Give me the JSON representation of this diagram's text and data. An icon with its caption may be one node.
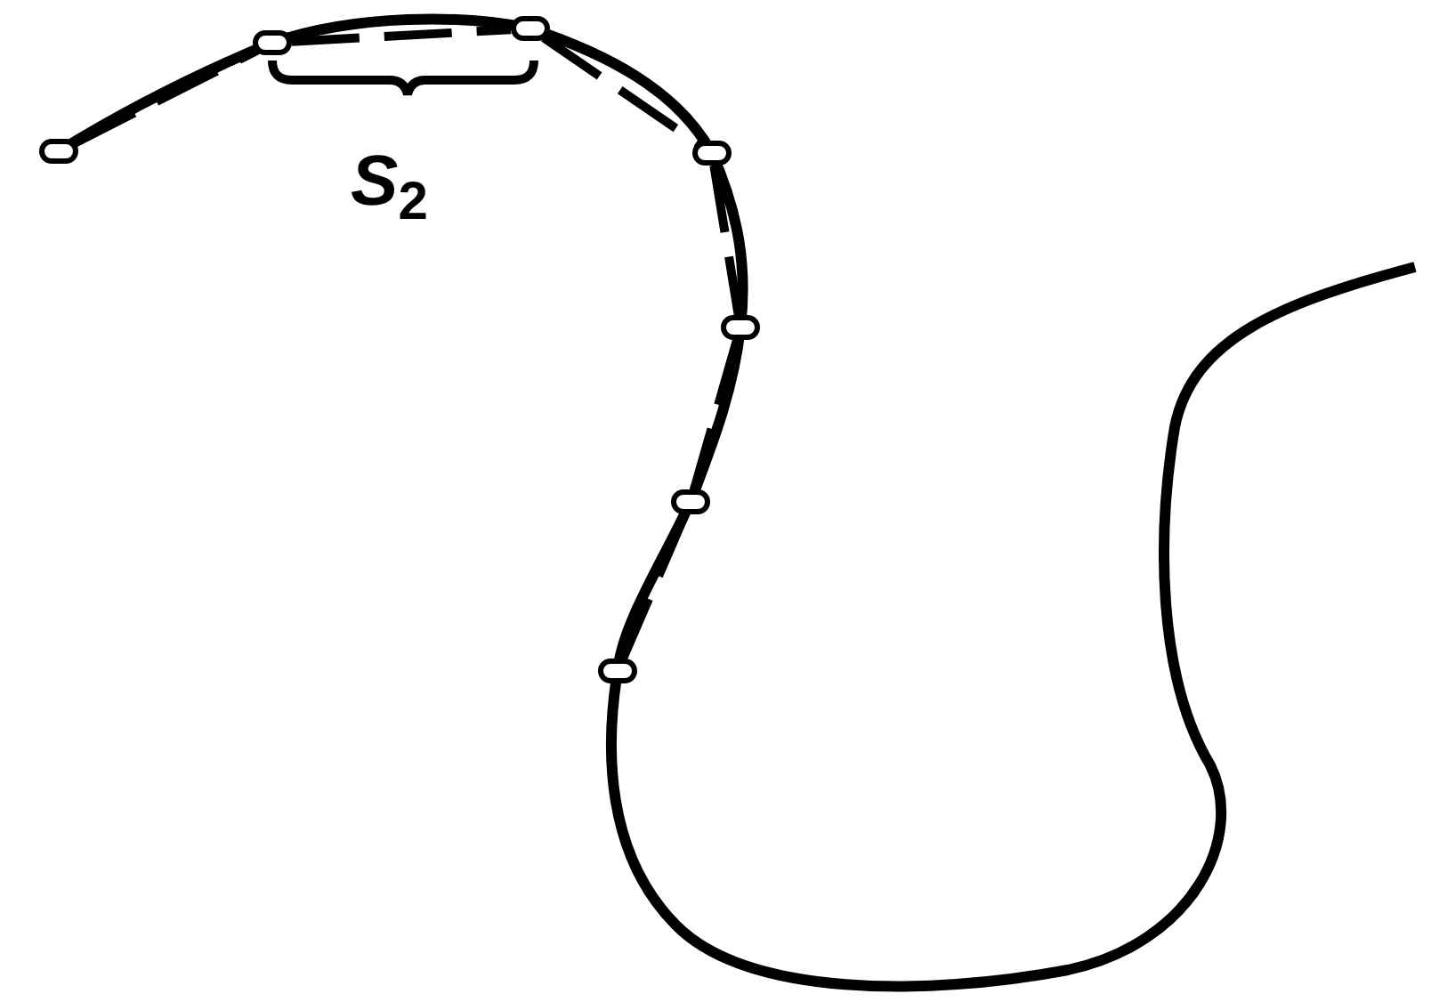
{
  "diagram": {
    "nodes": [
      {
        "text": [],
        "shape": "circle"
      },
      {
        "text": [],
        "shape": "circle"
      },
      {
        "text": [],
        "shape": "circle"
      },
      {
        "text": [],
        "shape": "circle"
      },
      {
        "text": [],
        "shape": "circle"
      },
      {
        "text": [],
        "shape": "circle"
      },
      {
        "text": [],
        "shape": "circle"
      }
    ],
    "edges": [
      {
        "from": 0,
        "to": 1,
        "arrow": "none",
        "style": "dashed"
      },
      {
        "from": 1,
        "to": 2,
        "arrow": "none",
        "style": "dashed"
      },
      {
        "from": 2,
        "to": 3,
        "arrow": "none",
        "style": "dashed"
      },
      {
        "from": 3,
        "to": 4,
        "arrow": "none",
        "style": "dashed"
      },
      {
        "from": 4,
        "to": 5,
        "arrow": "none",
        "style": "dashed"
      },
      {
        "from": 5,
        "to": 6,
        "arrow": "none",
        "style": "dashed"
      }
    ],
    "labels": [
      "*S*$_{2}$"
    ]
  }
}
